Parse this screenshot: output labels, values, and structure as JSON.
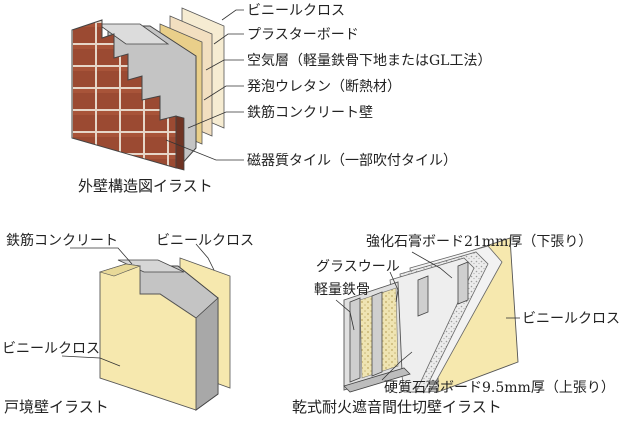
{
  "exterior_wall": {
    "labels": {
      "vinyl_cloth": "ビニールクロス",
      "plaster_board": "プラスターボード",
      "air_layer": "空気層（軽量鉄骨下地またはGL工法）",
      "urethane_foam": "発泡ウレタン（断熱材）",
      "rc_wall": "鉄筋コンクリート壁",
      "porcelain_tile": "磁器質タイル（一部吹付タイル）"
    },
    "caption": "外壁構造図イラスト"
  },
  "boundary_wall": {
    "labels": {
      "rc": "鉄筋コンクリート",
      "vinyl_cloth_top": "ビニールクロス",
      "vinyl_cloth_left": "ビニールクロス"
    },
    "caption": "戸境壁イラスト"
  },
  "partition_wall": {
    "labels": {
      "reinforced_gypsum": "強化石膏ボード21mm厚（下張り）",
      "glass_wool": "グラスウール",
      "light_steel": "軽量鉄骨",
      "vinyl_cloth": "ビニールクロス",
      "hard_gypsum": "硬質石膏ボード9.5mm厚（上張り）"
    },
    "caption": "乾式耐火遮音間仕切壁イラスト"
  },
  "colors": {
    "brick": "#9b4a32",
    "grout": "#e6d6c8",
    "concrete": "#c4c4c4",
    "plaster": "#f1e3b8",
    "board": "#f2dfc0",
    "foam": "#e9cf8a",
    "wool": "#efe4b2",
    "steel": "#d9d9d9"
  }
}
